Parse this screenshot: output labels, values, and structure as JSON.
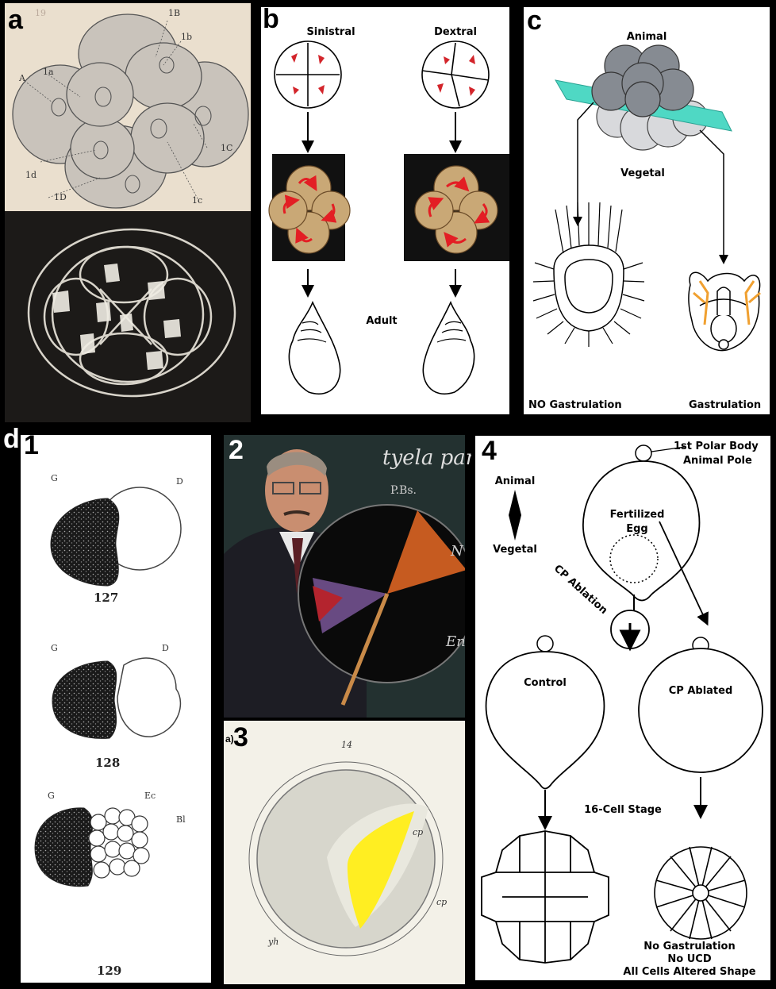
{
  "panels": {
    "a": {
      "label": "a",
      "top_labels": {
        "page_number": "19",
        "A": "A",
        "1a": "1a",
        "1B": "1B",
        "1b": "1b",
        "1C": "1C",
        "1d": "1d",
        "1D": "1D",
        "1c": "1c"
      }
    },
    "b": {
      "label": "b",
      "sinistral": "Sinistral",
      "dextral": "Dextral",
      "adult": "Adult"
    },
    "c": {
      "label": "c",
      "animal": "Animal",
      "vegetal": "Vegetal",
      "no_gastrulation": "NO Gastrulation",
      "gastrulation": "Gastrulation"
    },
    "d": {
      "label": "d",
      "sub1": {
        "label": "1",
        "figs": [
          "127",
          "128",
          "129"
        ],
        "marks": {
          "G": "G",
          "D": "D",
          "Ec": "Ec",
          "Bl": "Bl"
        }
      },
      "sub2": {
        "label": "2",
        "board_text": "tyela partit",
        "pbs": "P.Bs.",
        "n_mark": "N",
        "en_mark": "En"
      },
      "sub3": {
        "label": "3",
        "prefix": "a)",
        "fig_no": "14",
        "cp1": "cp",
        "cp2": "cp",
        "yh": "yh"
      },
      "sub4": {
        "label": "4",
        "polar_body": "1st Polar Body",
        "animal_pole": "Animal Pole",
        "animal": "Animal",
        "vegetal": "Vegetal",
        "fertilized": "Fertilized",
        "egg": "Egg",
        "cp_ablation": "CP Ablation",
        "control": "Control",
        "cp_ablated": "CP Ablated",
        "sixteen_cell": "16-Cell Stage",
        "outcome1": "No Gastrulation",
        "outcome2": "No UCD",
        "outcome3": "All Cells Altered Shape"
      }
    }
  },
  "colors": {
    "arrow_red": "#e31e24",
    "plane_cyan": "#4fd8c4",
    "orange_line": "#f0a030",
    "yellow_cp": "#ffee22"
  }
}
